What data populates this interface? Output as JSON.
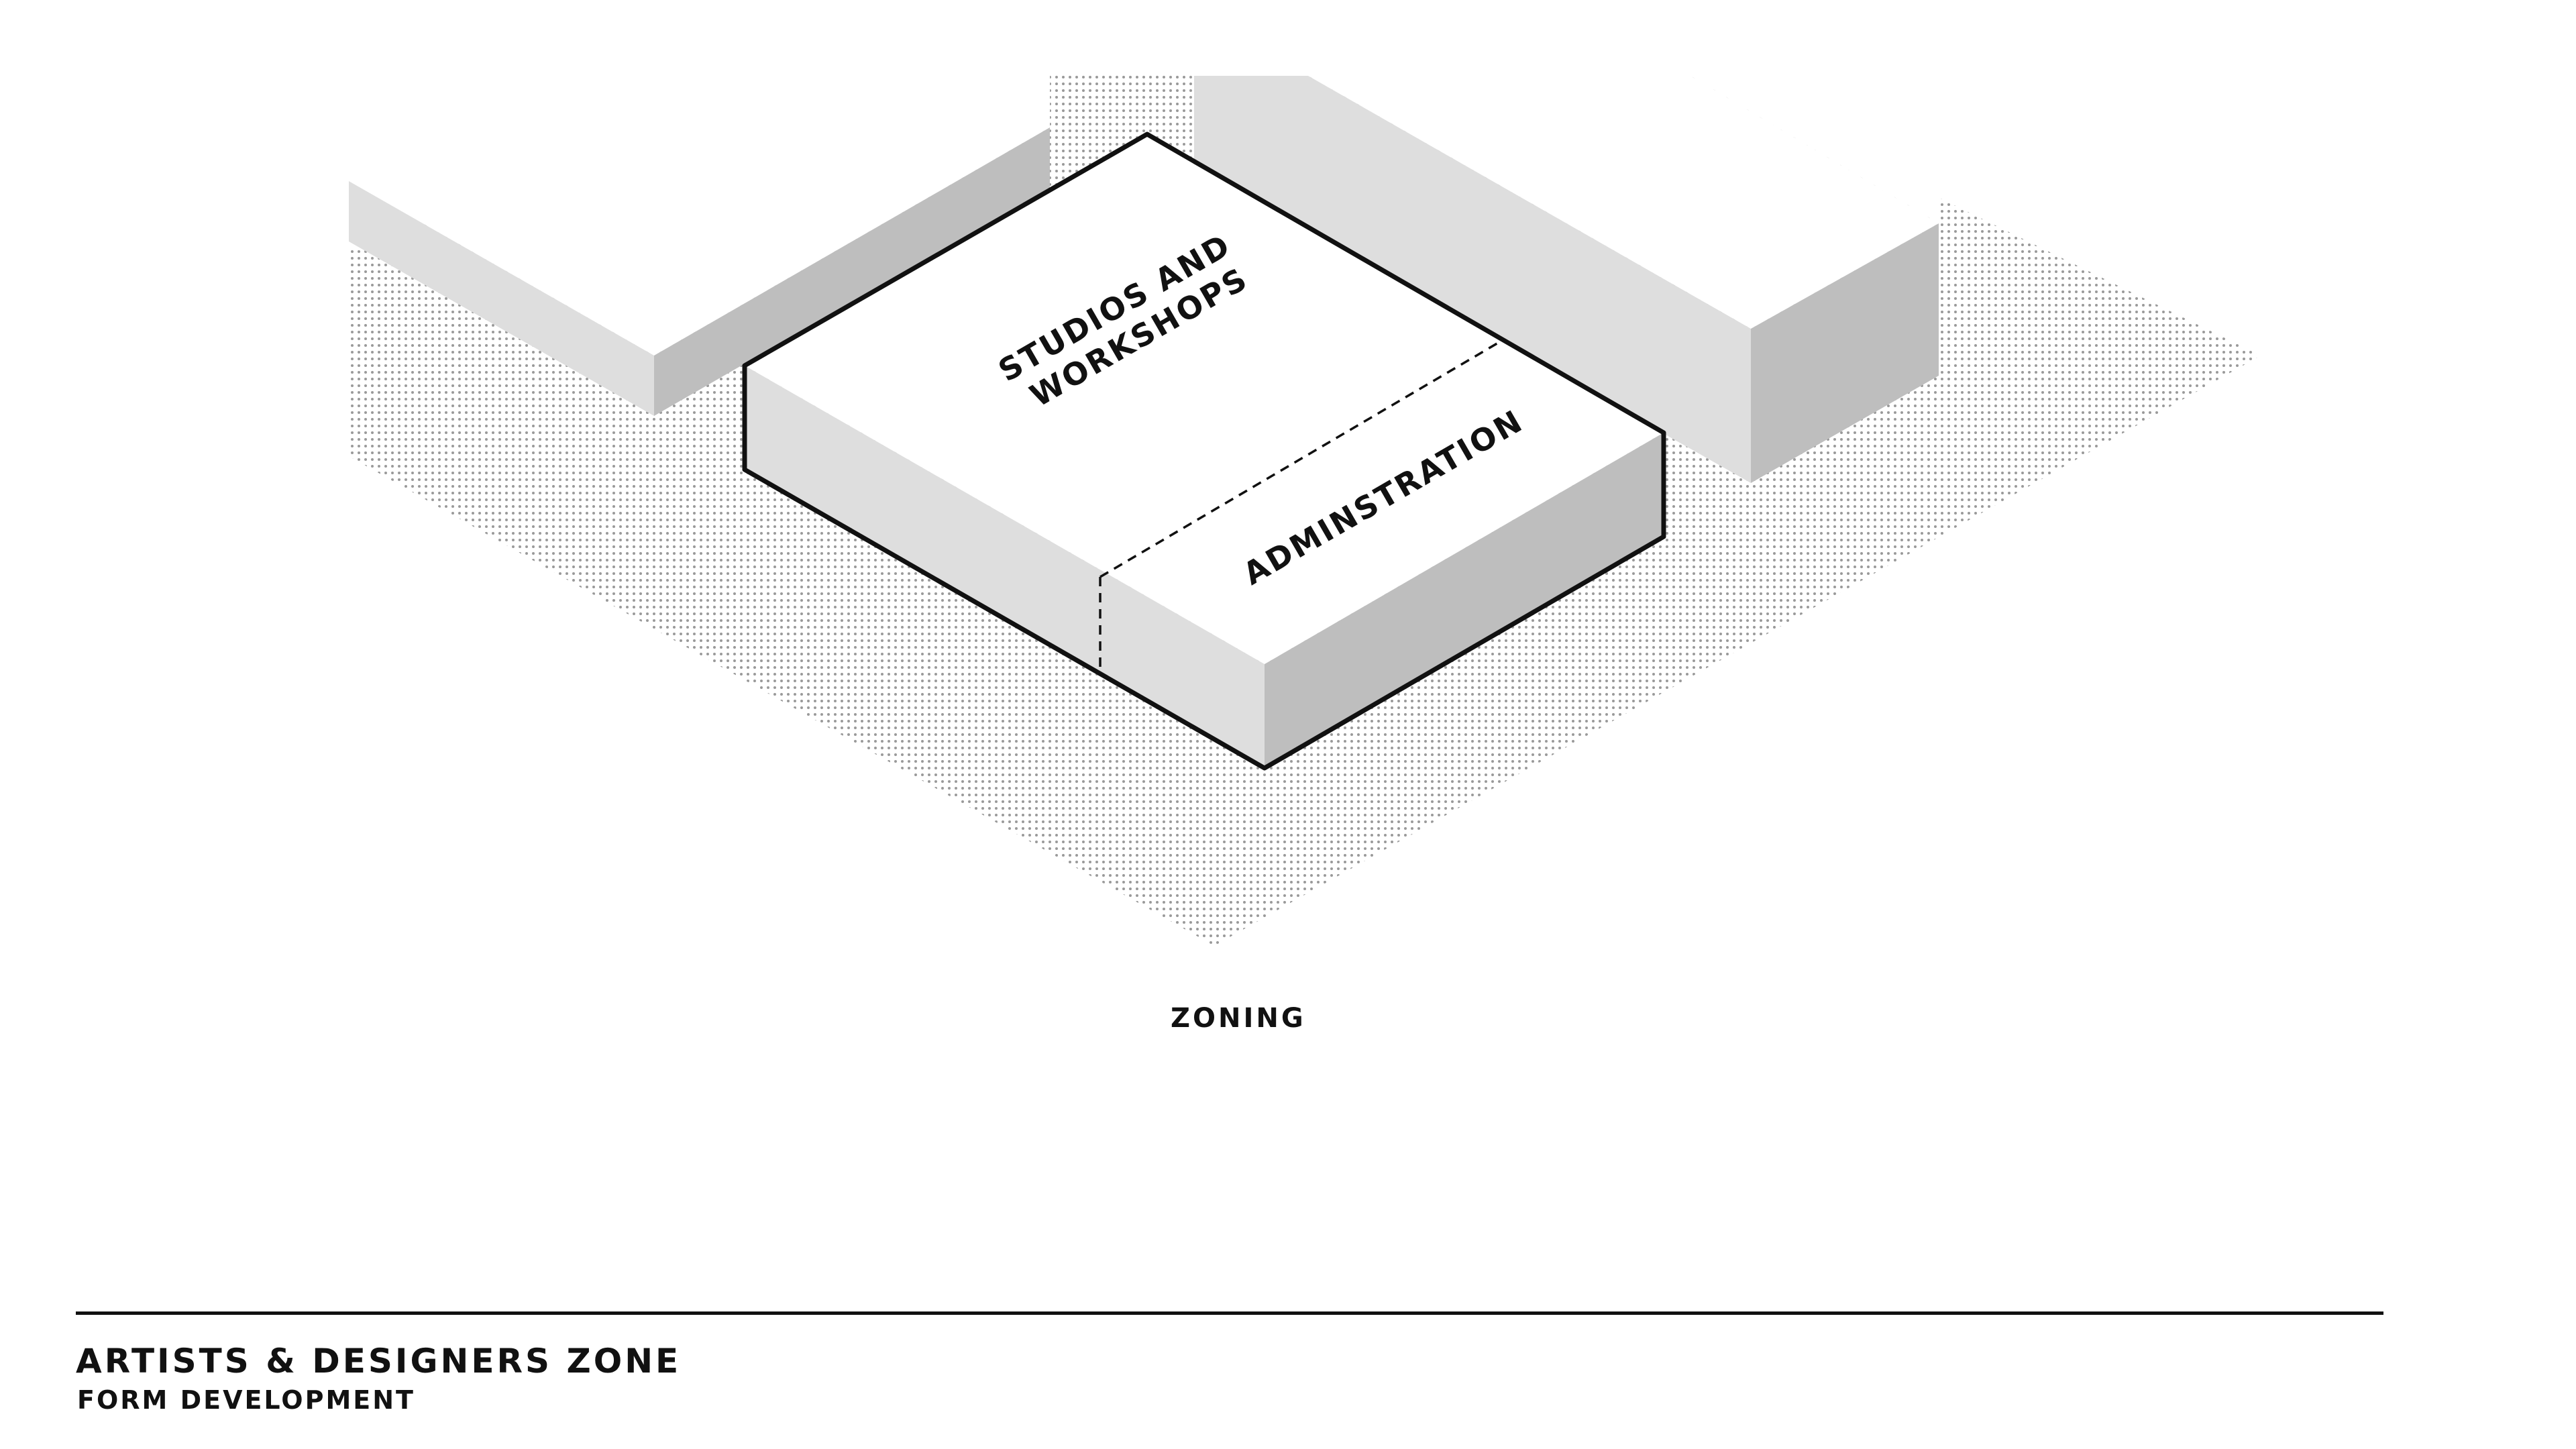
{
  "diagram": {
    "zones": {
      "studios": [
        "STUDIOS AND",
        "WORKSHOPS"
      ],
      "administration": "ADMINSTRATION"
    },
    "caption": "ZONING"
  },
  "footer": {
    "title": "ARTISTS & DESIGNERS ZONE",
    "subtitle": "FORM DEVELOPMENT"
  },
  "colors": {
    "ink": "#111111",
    "face_light": "#dedede",
    "face_dark": "#bebebe",
    "top_face": "#ffffff",
    "dot": "#9a9a9a"
  }
}
